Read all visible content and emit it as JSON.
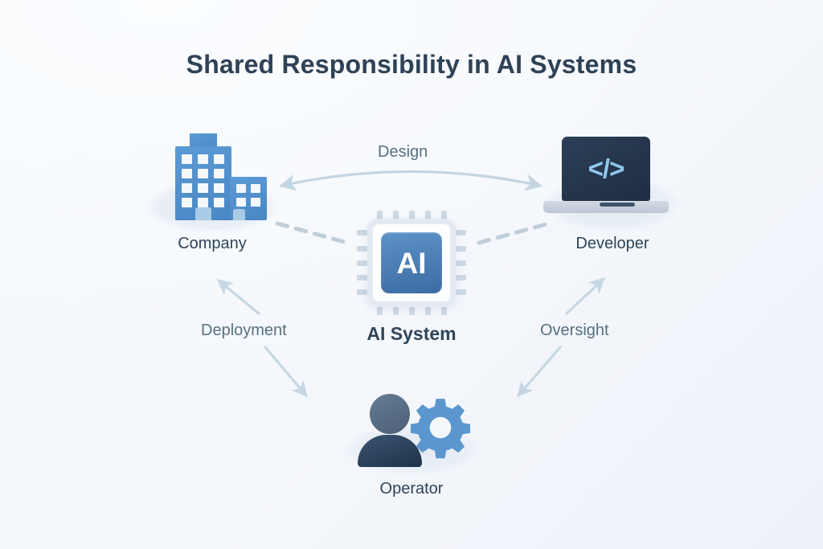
{
  "title": "Shared Responsibility in AI Systems",
  "theme": {
    "background": "#f5f8fc",
    "title_color": "#2e4257",
    "node_label_color": "#2f4458",
    "edge_label_color": "#56707f",
    "accent_blue": "#4a86c4",
    "icon_light_blue": "#5b9bd5",
    "edge_color": "#c3d5e2",
    "dash_color": "#9db4c6",
    "dark_navy": "#22324a"
  },
  "nodes": [
    {
      "id": "company",
      "label": "Company",
      "icon": "office-buildings-icon",
      "windows_tall": 12,
      "windows_short": 4
    },
    {
      "id": "developer",
      "label": "Developer",
      "icon": "laptop-code-icon",
      "screen_glyph": "</>"
    },
    {
      "id": "ai_system",
      "label": "AI System",
      "icon": "cpu-chip-icon",
      "chip_text": "AI",
      "pins_per_side": 5
    },
    {
      "id": "operator",
      "label": "Operator",
      "icon": "user-gear-icon",
      "gear_teeth": 8
    }
  ],
  "edges": [
    {
      "id": "design",
      "label": "Design",
      "from": "company",
      "to": "developer",
      "style": "curved-double-arrow"
    },
    {
      "id": "deployment",
      "label": "Deployment",
      "from": "company",
      "to": "operator",
      "style": "double-arrow"
    },
    {
      "id": "oversight",
      "label": "Oversight",
      "from": "developer",
      "to": "operator",
      "style": "double-arrow"
    },
    {
      "id": "company-ai",
      "label": "",
      "from": "company",
      "to": "ai_system",
      "style": "dashed"
    },
    {
      "id": "ai-developer",
      "label": "",
      "from": "ai_system",
      "to": "developer",
      "style": "dashed"
    }
  ]
}
